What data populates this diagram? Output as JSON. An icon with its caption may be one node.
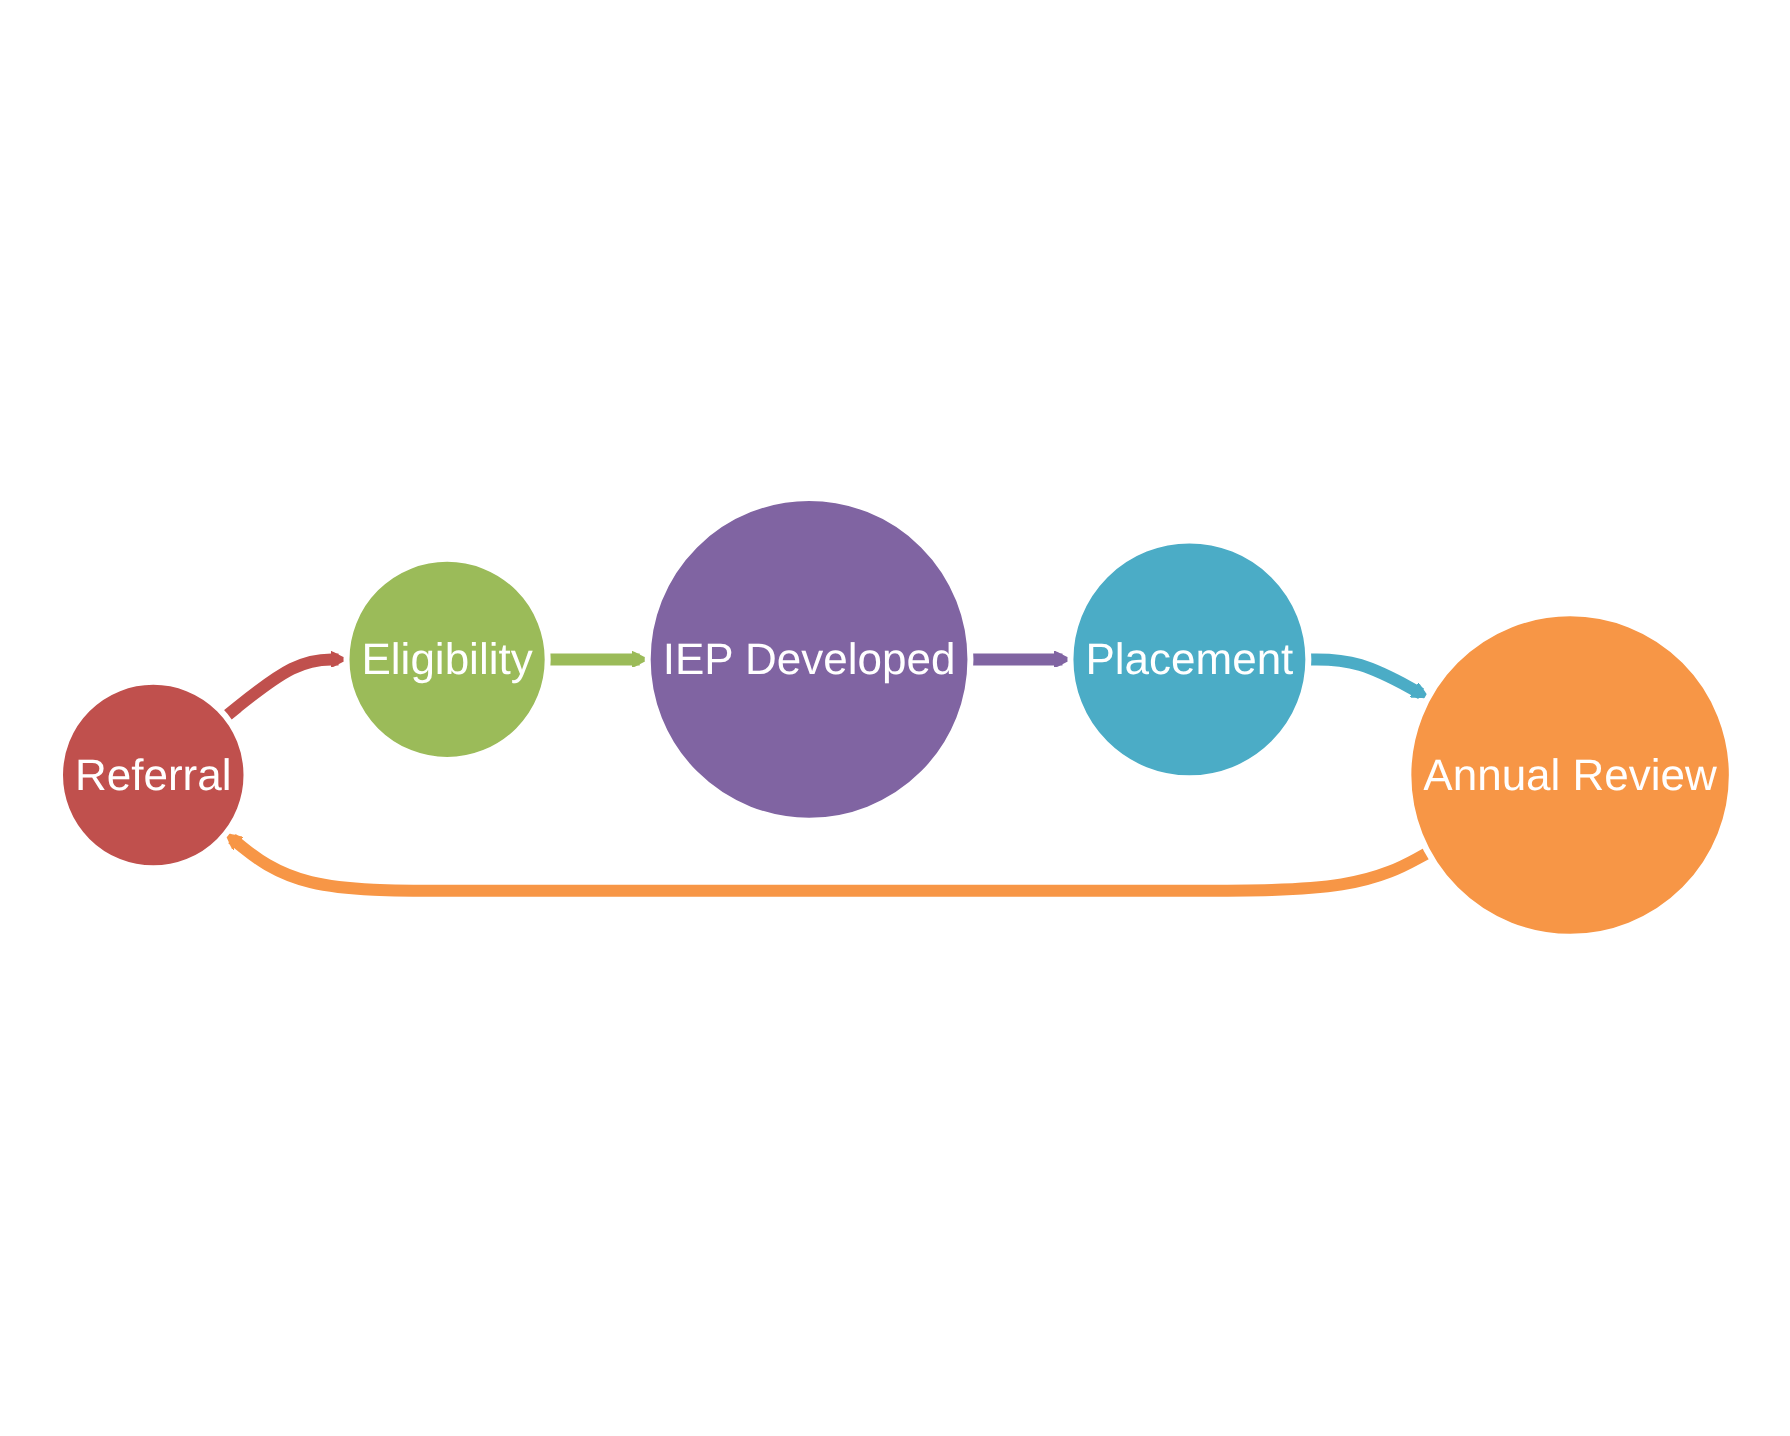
{
  "diagram": {
    "nodes": [
      {
        "text": [
          "Referral"
        ]
      },
      {
        "text": [
          "Eligibility"
        ]
      },
      {
        "text": [
          "IEP Developed"
        ]
      },
      {
        "text": [
          "Placement"
        ]
      },
      {
        "text": [
          "Annual Review"
        ]
      }
    ],
    "edges": [
      {
        "from": 0,
        "to": 1,
        "arrow": "to",
        "color": "#c0504d"
      },
      {
        "from": 1,
        "to": 2,
        "arrow": "to",
        "color": "#9bbb59"
      },
      {
        "from": 2,
        "to": 3,
        "arrow": "to",
        "color": "#8064a2"
      },
      {
        "from": 3,
        "to": 4,
        "arrow": "to",
        "color": "#4bacc6"
      },
      {
        "from": 4,
        "to": 0,
        "arrow": "to",
        "color": "#f79646"
      }
    ]
  }
}
